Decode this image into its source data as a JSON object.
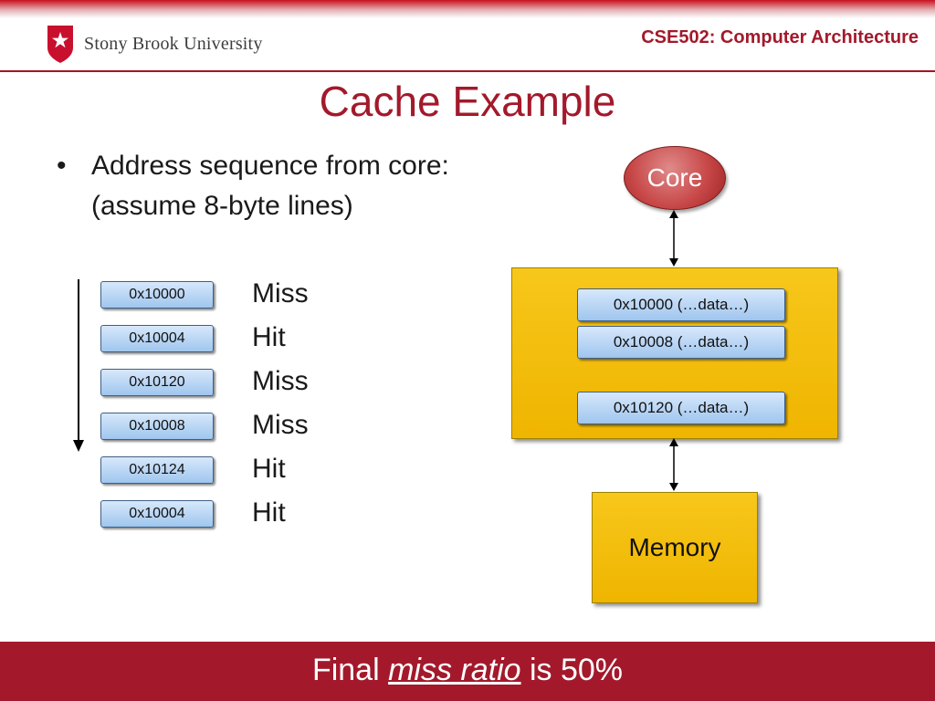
{
  "header": {
    "university": "Stony Brook University",
    "course": "CSE502: Computer Architecture"
  },
  "slide": {
    "title": "Cache Example",
    "bullet_marker": "•",
    "bullet_line1": "Address sequence from core:",
    "bullet_line2": "(assume 8-byte lines)"
  },
  "sequence": [
    {
      "address": "0x10000",
      "result": "Miss"
    },
    {
      "address": "0x10004",
      "result": "Hit"
    },
    {
      "address": "0x10120",
      "result": "Miss"
    },
    {
      "address": "0x10008",
      "result": "Miss"
    },
    {
      "address": "0x10124",
      "result": "Hit"
    },
    {
      "address": "0x10004",
      "result": "Hit"
    }
  ],
  "diagram": {
    "core_label": "Core",
    "cache_lines": [
      "0x10000 (…data…)",
      "0x10008 (…data…)",
      "0x10120 (…data…)"
    ],
    "memory_label": "Memory"
  },
  "footer": {
    "prefix": "Final ",
    "emphasis": "miss ratio",
    "suffix": " is 50%"
  },
  "colors": {
    "brand_red": "#a3192b",
    "cache_yellow": "#f2bb05",
    "address_blue": "#9fc6ee",
    "core_red": "#c84848"
  }
}
